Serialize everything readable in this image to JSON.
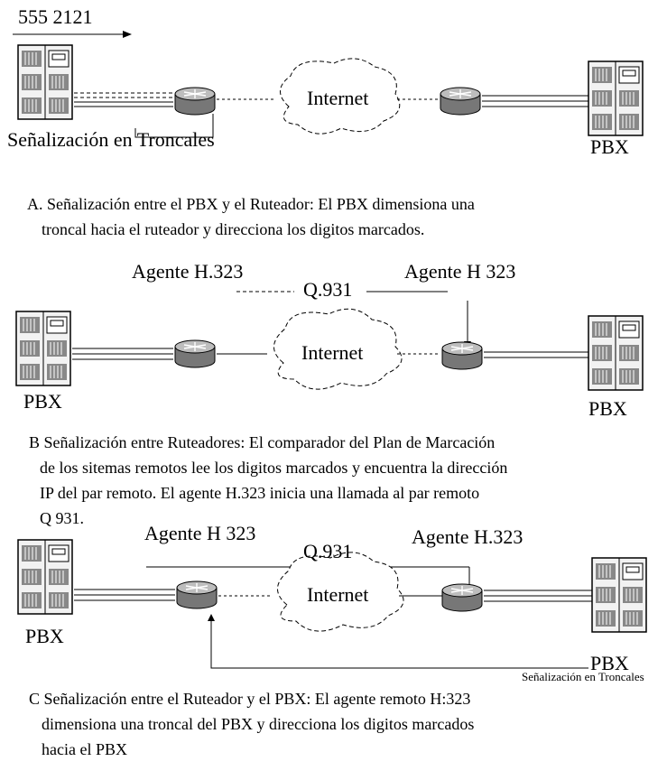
{
  "panel_a": {
    "number": "555 2121",
    "signal_label": "Señalización en Troncales",
    "cloud": "Internet",
    "pbx_label": "PBX",
    "caption_line1": "A. Señalización entre el PBX y el Ruteador: El PBX dimensiona una",
    "caption_line2": "troncal hacia el ruteador y direcciona los digitos marcados."
  },
  "panel_b": {
    "agent_left": "Agente H.323",
    "q931": "Q.931",
    "agent_right": "Agente H 323",
    "cloud": "Internet",
    "pbx_left": "PBX",
    "pbx_right": "PBX",
    "caption_line1": "B  Señalización entre Ruteadores: El comparador del Plan de Marcación",
    "caption_line2": "de los sitemas remotos lee los digitos marcados y encuentra la dirección",
    "caption_line3": "IP del par remoto. El agente H.323 inicia una llamada  al par remoto",
    "caption_line4": "Q 931."
  },
  "panel_c": {
    "agent_left": "Agente H 323",
    "q931": "Q.931",
    "agent_right": "Agente H.323",
    "cloud": "Internet",
    "pbx_left": "PBX",
    "pbx_right": "PBX",
    "signal_label": "Señalización en Troncales",
    "caption_line1": "C  Señalización entre el Ruteador y el PBX: El agente remoto H:323",
    "caption_line2": "dimensiona una troncal del PBX y direcciona los digitos marcados",
    "caption_line3": "hacia el PBX"
  }
}
